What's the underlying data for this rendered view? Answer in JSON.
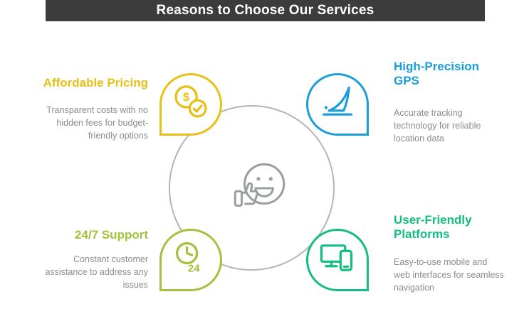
{
  "header": {
    "title": "Reasons to Choose Our Services"
  },
  "colors": {
    "header_bg": "#3c3c3c",
    "accent_yellow": "#e8c013",
    "accent_blue": "#1b9dd9",
    "accent_lime": "#a3c13c",
    "accent_green": "#14bd80",
    "neutral_gray": "#8a8d8f",
    "outline_gray": "#b3b5b7",
    "smiley_gray": "#9b9fa1"
  },
  "items": {
    "pricing": {
      "heading": "Affordable Pricing",
      "description": "Transparent costs with no hidden fees for budget-friendly options"
    },
    "gps": {
      "heading": "High-Precision GPS",
      "description": "Accurate tracking technology for reliable location data"
    },
    "support": {
      "heading": "24/7 Support",
      "description": "Constant customer assistance to address any issues"
    },
    "platforms": {
      "heading": "User-Friendly Platforms",
      "description": "Easy-to-use mobile and web interfaces for seamless navigation"
    }
  },
  "icon_text": {
    "dollar": "$",
    "support_24": "24"
  },
  "icons": {
    "center": "thumbs-up-smiley-icon",
    "pricing": "coin-check-icon",
    "gps": "gps-antenna-icon",
    "support": "clock-24-icon",
    "platforms": "devices-icon"
  }
}
